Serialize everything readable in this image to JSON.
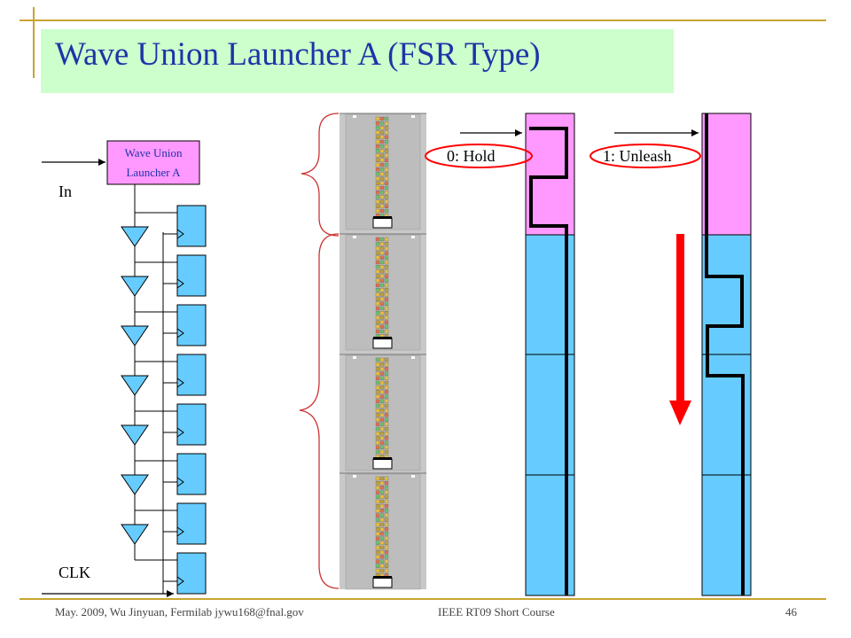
{
  "slide": {
    "title": "Wave Union Launcher A (FSR Type)",
    "colors": {
      "title_bg": "#ccffcc",
      "title_text": "#1f33a8",
      "accent_line": "#c8a432"
    }
  },
  "circuit": {
    "block_label_line1": "Wave Union",
    "block_label_line2": "Launcher A",
    "input_label": "In",
    "clock_label": "CLK",
    "block_color": "#ff99ff",
    "flipflop_color": "#66ccff",
    "buffer_color": "#66ccff"
  },
  "waveforms": {
    "hold_label": "0: Hold",
    "unleash_label": "1: Unleash",
    "highlight_color": "#ff99ff",
    "column_color": "#66ccff",
    "arrow_color": "#ff0000"
  },
  "footer": {
    "left": "May. 2009, Wu Jinyuan, Fermilab jywu168@fnal.gov",
    "center": "IEEE RT09 Short Course",
    "page": "46"
  }
}
